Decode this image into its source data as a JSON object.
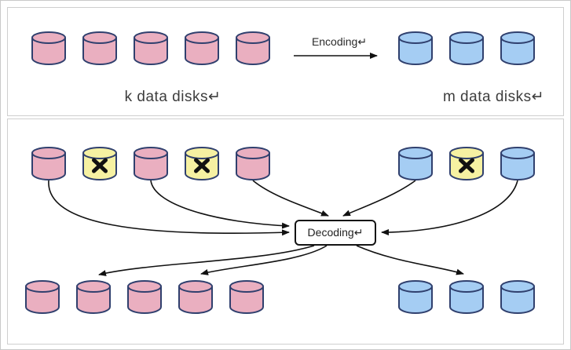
{
  "colors": {
    "data_disk": "#eaafc0",
    "parity_disk": "#a5cdf3",
    "failed_disk": "#f6f1a2",
    "disk_stroke": "#30406e",
    "x_mark": "#111111",
    "arrow": "#111111",
    "panel_border": "#cfcfcf",
    "text": "#3d3d3d"
  },
  "top_panel": {
    "left_disks": [
      "data",
      "data",
      "data",
      "data",
      "data"
    ],
    "right_disks": [
      "parity",
      "parity",
      "parity"
    ],
    "encoding_label": "Encoding↵",
    "left_label": "k data disks↵",
    "right_label": "m data disks↵"
  },
  "bottom_panel": {
    "upper_left_disks": [
      "data",
      "failed",
      "data",
      "failed",
      "data"
    ],
    "upper_right_disks": [
      "parity",
      "failed",
      "parity"
    ],
    "lower_left_disks": [
      "data",
      "data",
      "data",
      "data",
      "data"
    ],
    "lower_right_disks": [
      "parity",
      "parity",
      "parity"
    ],
    "decoding_label": "Decoding↵"
  }
}
